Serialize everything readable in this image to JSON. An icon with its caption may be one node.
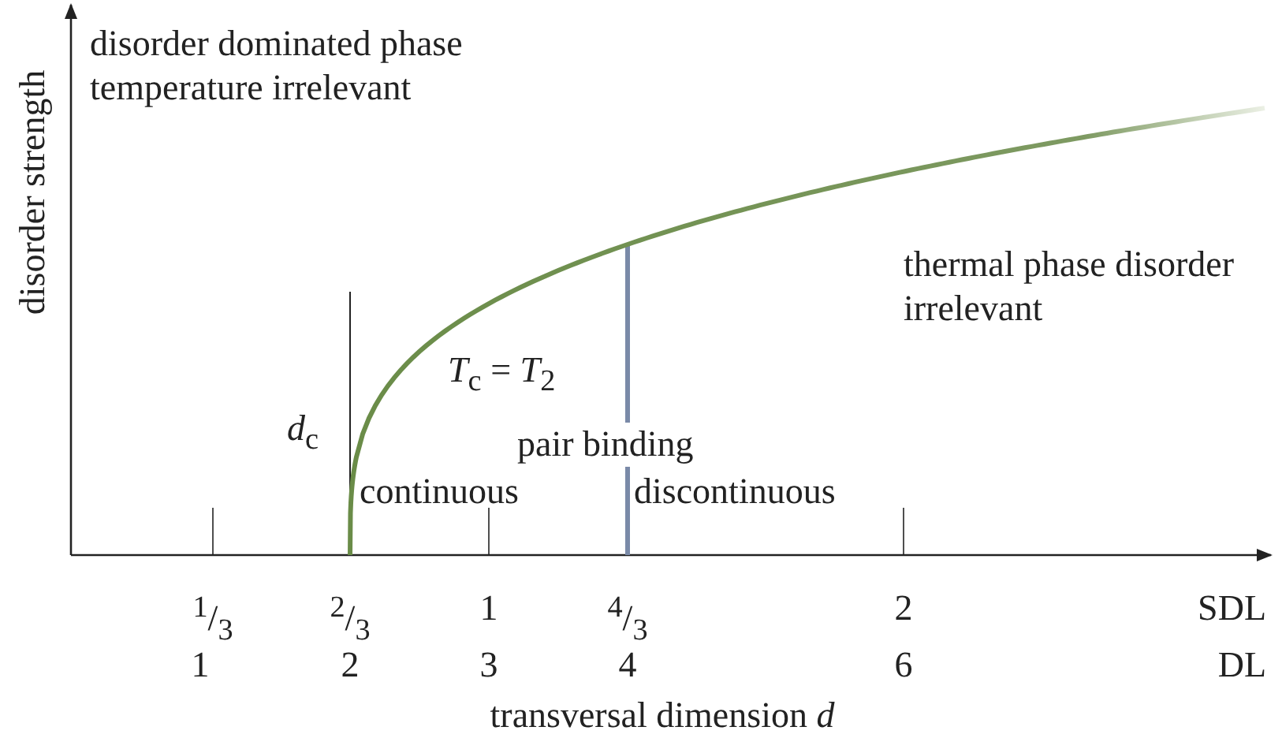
{
  "diagram": {
    "labels": [
      "disorder strength",
      "disorder dominated phase temperature irrelevant",
      "thermal phase disorder irrelevant",
      "*T*$_{c}$ = *T*$_{2}$",
      "*d*$_{c}$",
      "pair binding",
      "continuous",
      "discontinuous",
      "$^{1}$/$_{3}$",
      "$^{2}$/$_{3}$",
      "1",
      "$^{4}$/$_{3}$",
      "2",
      "SDL",
      "1",
      "2",
      "3",
      "4",
      "6",
      "DL",
      "transversal dimension *d*"
    ]
  }
}
